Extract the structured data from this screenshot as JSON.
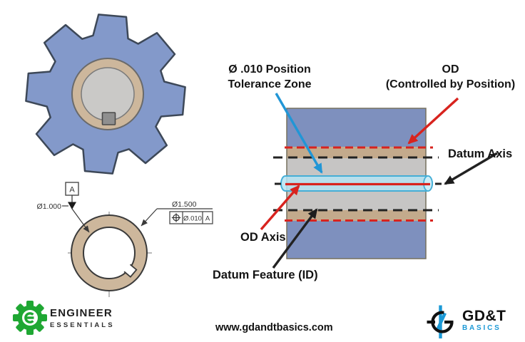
{
  "colors": {
    "gear_blue": "#8399CA",
    "outline_slate": "#3D4858",
    "hub_tan": "#CDB79C",
    "bore_gray": "#CAC9C7",
    "keyway_gray": "#8F8F8F",
    "section_blue": "#7E90BE",
    "section_tan": "#C3AA8C",
    "section_gray": "#C6C5C4",
    "tolerance_cyan_fill": "#B5E3F3",
    "tolerance_cyan_stroke": "#45AED6",
    "annotation_red": "#D8231E",
    "annotation_blue": "#2196D6",
    "annotation_black": "#222222",
    "logo_green": "#1FA733",
    "logo_blue": "#1B99D6"
  },
  "drawing": {
    "datum_flag": "A",
    "bore_dimension": "Ø1.000",
    "od_dimension": "Ø1.500",
    "fcf_tolerance": "Ø.010",
    "fcf_datum": "A"
  },
  "section": {
    "tolerance_zone_label_line1": "Ø .010 Position",
    "tolerance_zone_label_line2": "Tolerance Zone",
    "od_label_line1": "OD",
    "od_label_line2": "(Controlled by Position)",
    "datum_axis_label": "Datum Axis",
    "od_axis_label": "OD Axis",
    "datum_feature_label": "Datum Feature (ID)"
  },
  "footer": {
    "engineer_essentials_line1": "ENGINEER",
    "engineer_essentials_line2": "ESSENTIALS",
    "website": "www.gdandtbasics.com",
    "gdt_line1": "GD&T",
    "gdt_line2": "BASICS"
  }
}
